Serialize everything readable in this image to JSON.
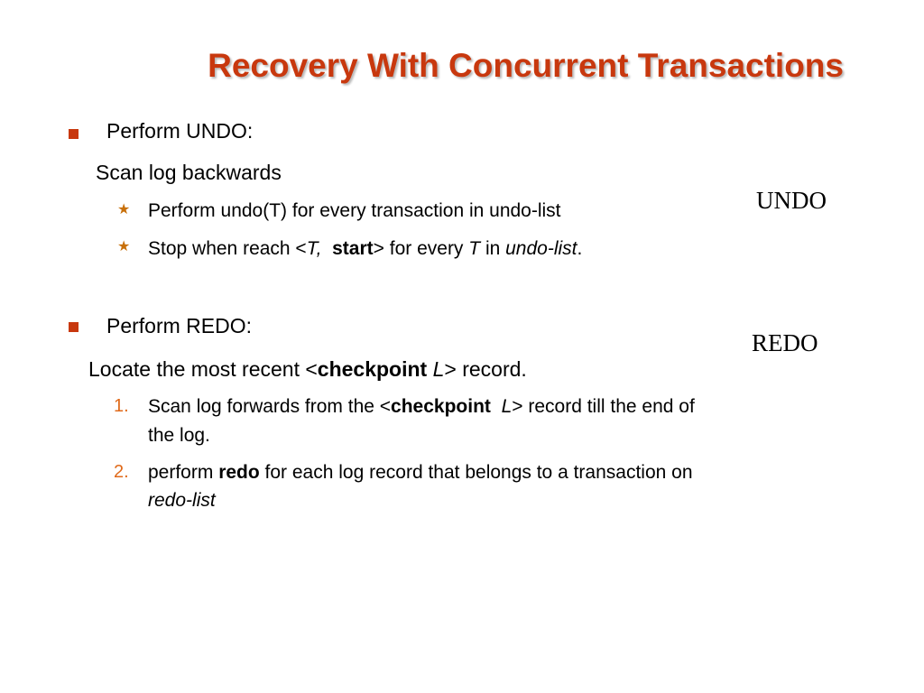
{
  "slide": {
    "title": "Recovery With Concurrent Transactions",
    "undo_section": {
      "heading": "Perform UNDO:",
      "step": "Scan log backwards",
      "items": [
        {
          "text": "Perform undo(T)  for every transaction in undo-list"
        },
        {
          "parts": {
            "a": "Stop when reach <",
            "b": "T,",
            "c": "start",
            "d": ">  for every ",
            "e": "T",
            "f": " in ",
            "g": "undo-list",
            "h": "."
          }
        }
      ],
      "side_label": "UNDO"
    },
    "redo_section": {
      "heading": "Perform REDO:",
      "step": {
        "a": "Locate the most recent <",
        "b": "checkpoint",
        "c": "L",
        "d": "> record."
      },
      "items": [
        {
          "number": "1.",
          "line1": {
            "a": "Scan log forwards from the <",
            "b": "checkpoint",
            "c": "L",
            "d": "> record  till the end of"
          },
          "line2": "the log."
        },
        {
          "number": "2.",
          "line1": {
            "a": "perform ",
            "b": "redo",
            "c": " for each log record that belongs to a transaction on"
          },
          "line2": "redo-list"
        }
      ],
      "side_label": "REDO"
    },
    "colors": {
      "accent": "#c8380e",
      "star": "#c8700a",
      "number": "#e06a1a",
      "text": "#000000"
    }
  }
}
